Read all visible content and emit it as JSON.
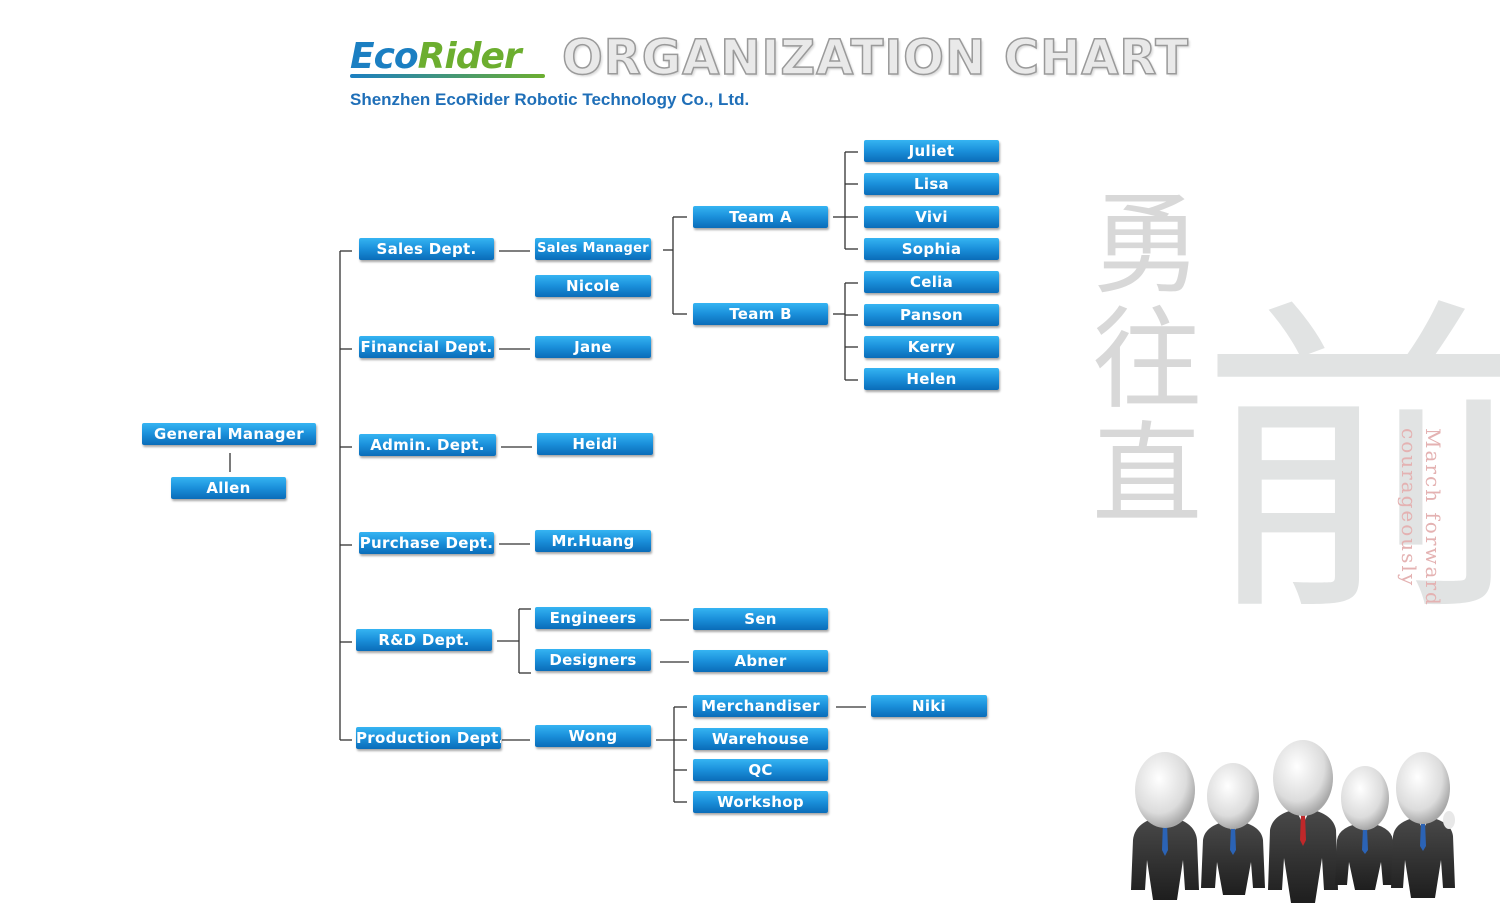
{
  "header": {
    "logo_eco": "Eco",
    "logo_rider": "Rider",
    "title": "ORGANIZATION CHART",
    "subtitle": "Shenzhen EcoRider Robotic Technology Co., Ltd."
  },
  "org": {
    "gm_title": "General Manager",
    "gm_name": "Allen",
    "departments": {
      "sales": "Sales Dept.",
      "financial": "Financial Dept.",
      "admin": "Admin. Dept.",
      "purchase": "Purchase Dept.",
      "rnd": "R&D Dept.",
      "production": "Production Dept."
    },
    "sales": {
      "manager_title": "Sales Manager",
      "manager_name": "Nicole",
      "team_a": "Team A",
      "team_b": "Team B",
      "team_a_members": [
        "Juliet",
        "Lisa",
        "Vivi",
        "Sophia"
      ],
      "team_b_members": [
        "Celia",
        "Panson",
        "Kerry",
        "Helen"
      ]
    },
    "financial_head": "Jane",
    "admin_head": "Heidi",
    "purchase_head": "Mr.Huang",
    "rnd": {
      "engineers": "Engineers",
      "designers": "Designers",
      "engineers_member": "Sen",
      "designers_member": "Abner"
    },
    "production": {
      "head": "Wong",
      "units": [
        "Merchandiser",
        "Warehouse",
        "QC",
        "Workshop"
      ],
      "merchandiser_member": "Niki"
    }
  },
  "decoration": {
    "cjk_chars": [
      "勇",
      "往",
      "直",
      "前"
    ],
    "motto": "March forward courageously",
    "illustration": "business-team-figures"
  }
}
